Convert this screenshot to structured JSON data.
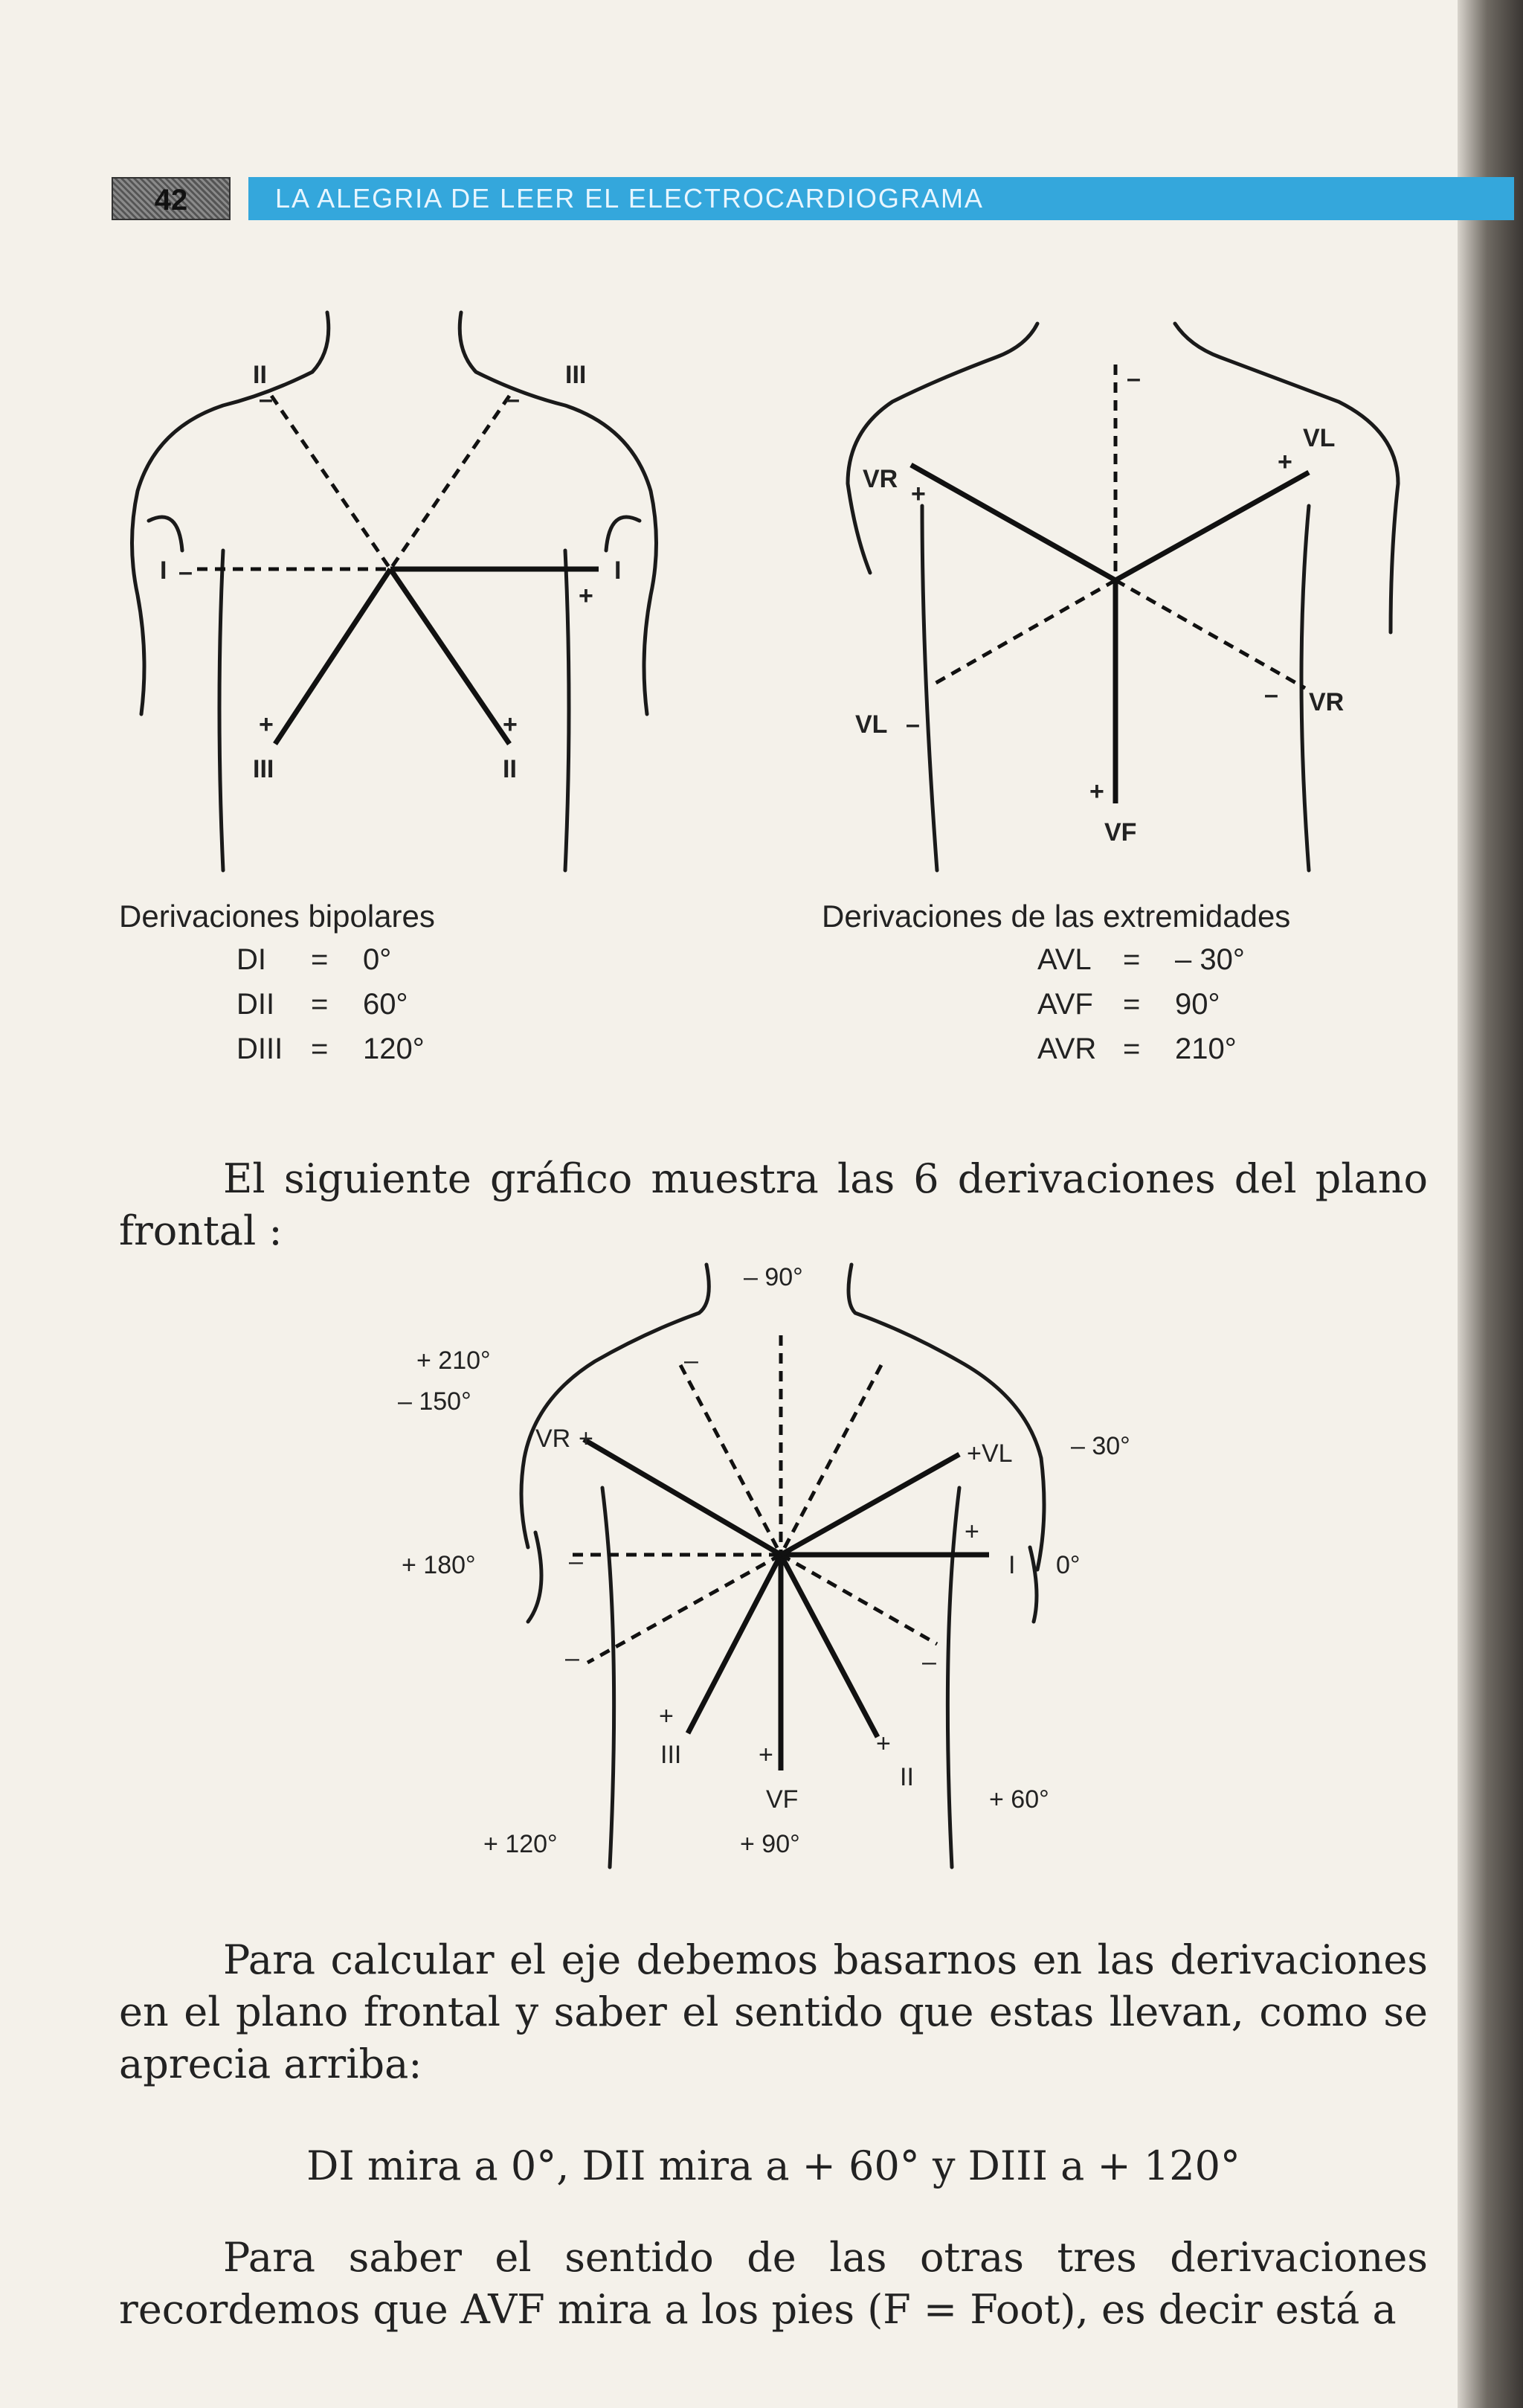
{
  "header": {
    "page_number": "42",
    "running_title": "LA ALEGRIA DE LEER EL ELECTROCARDIOGRAMA"
  },
  "figure_bipolar": {
    "caption_title": "Derivaciones bipolares",
    "rows": [
      {
        "lead": "DI",
        "eq": "=",
        "value": "0°"
      },
      {
        "lead": "DII",
        "eq": "=",
        "value": "60°"
      },
      {
        "lead": "DIII",
        "eq": "=",
        "value": "120°"
      }
    ],
    "labels": {
      "ii_top": "II",
      "iii_top": "III",
      "i_left": "I",
      "i_right": "I",
      "iii_bottom": "III",
      "ii_bottom": "II",
      "plus": "+",
      "minus": "–"
    }
  },
  "figure_limb": {
    "caption_title": "Derivaciones de las extremidades",
    "rows": [
      {
        "lead": "AVL",
        "eq": "=",
        "value": "– 30°"
      },
      {
        "lead": "AVF",
        "eq": "=",
        "value": "90°"
      },
      {
        "lead": "AVR",
        "eq": "=",
        "value": "210°"
      }
    ],
    "labels": {
      "vr_top": "VR",
      "vl_top": "VL",
      "vl_bottom": "VL",
      "vr_bottom": "VR",
      "vf": "VF",
      "plus": "+",
      "minus": "–"
    }
  },
  "paragraph_1": "El siguiente gráfico muestra las 6 derivaciones del plano frontal :",
  "figure_frontal": {
    "labels": {
      "top": "– 90°",
      "p210": "+ 210°",
      "m150": "– 150°",
      "m30": "– 30°",
      "p180": "+ 180°",
      "zero": "0°",
      "p120": "+ 120°",
      "p90": "+ 90°",
      "p60": "+ 60°",
      "vr": "VR",
      "vl": "VL",
      "i": "I",
      "iii": "III",
      "vf": "VF",
      "ii": "II",
      "plus": "+",
      "minus": "–"
    }
  },
  "paragraph_2": "Para calcular el eje debemos basarnos en las derivaciones en el plano frontal y saber el sentido que estas llevan, como se aprecia arriba:",
  "centered_line": "DI mira a 0°, DII mira a + 60° y DIII a + 120°",
  "paragraph_3": "Para saber el sentido de las otras tres derivaciones recordemos que AVF mira a los pies (F = Foot), es decir está a"
}
